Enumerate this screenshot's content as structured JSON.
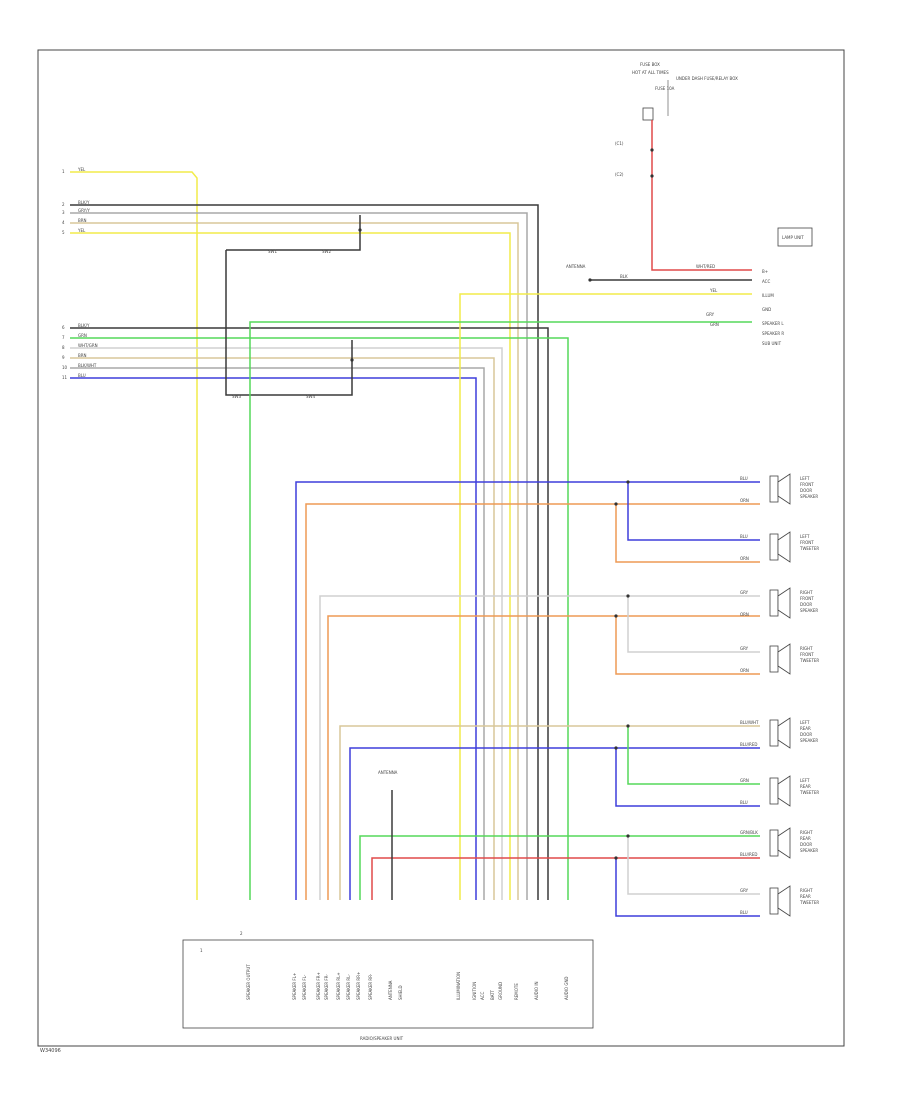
{
  "diagram": {
    "figure_id": "W34096",
    "unit": {
      "title": "RADIO/SPEAKER UNIT",
      "top_left_pins": [
        "1",
        "2"
      ],
      "connector_labels": [
        "SPEAKER OUTPUT",
        "SPEAKER FL+",
        "SPEAKER FL-",
        "SPEAKER FR+",
        "SPEAKER FR-",
        "SPEAKER RL+",
        "SPEAKER RL-",
        "SPEAKER RR+",
        "SPEAKER RR-",
        "ANTENNA",
        "SHIELD",
        "ILLUMINATION",
        "IGNITION",
        "ACC",
        "BATT",
        "GROUND",
        "REMOTE",
        "AUDIO IN",
        "AUDIO GND"
      ]
    },
    "fuse_box": {
      "title": "FUSE BOX",
      "subtitle": "HOT AT ALL TIMES",
      "fuse": "FUSE 10A",
      "fuse_note": "UNDER DASH FUSE/RELAY BOX",
      "refs": [
        "(C1)",
        "(C2)"
      ]
    },
    "sub_unit": {
      "title": "SUB UNIT",
      "pins": [
        "B+",
        "ACC",
        "ILLUM",
        "GND",
        "SPEAKER L",
        "SPEAKER R"
      ],
      "wire_labels": [
        "WHT/RED",
        "BLK",
        "YEL",
        "GRY",
        "GRN"
      ]
    },
    "antenna": {
      "label": "ANTENNA"
    },
    "lamp_unit": {
      "label": "LAMP UNIT"
    },
    "left_inputs_top": [
      {
        "pin": "1",
        "color": "YEL"
      },
      {
        "pin": "2",
        "color": "BLK/Y"
      },
      {
        "pin": "3",
        "color": "GRY/Y"
      },
      {
        "pin": "4",
        "color": "BRN"
      },
      {
        "pin": "5",
        "color": "YEL"
      }
    ],
    "left_inputs_mid": [
      {
        "pin": "6",
        "color": "BLK/Y"
      },
      {
        "pin": "7",
        "color": "GRN"
      },
      {
        "pin": "8",
        "color": "WHT/GRN"
      },
      {
        "pin": "9",
        "color": "BRN"
      },
      {
        "pin": "10",
        "color": "BLK/WHT"
      },
      {
        "pin": "11",
        "color": "BLU"
      }
    ],
    "switches": [
      "SW1",
      "SW2",
      "SW3",
      "SW4"
    ],
    "speakers": [
      {
        "name": "LEFT FRONT DOOR SPEAKER",
        "wire_a": "BLU",
        "wire_b": "ORN"
      },
      {
        "name": "LEFT FRONT TWEETER",
        "wire_a": "BLU",
        "wire_b": "ORN"
      },
      {
        "name": "RIGHT FRONT DOOR SPEAKER",
        "wire_a": "GRY",
        "wire_b": "ORN"
      },
      {
        "name": "RIGHT FRONT TWEETER",
        "wire_a": "GRY",
        "wire_b": "ORN"
      },
      {
        "name": "LEFT REAR DOOR SPEAKER",
        "wire_a": "BLU/WHT",
        "wire_b": "BLU/RED"
      },
      {
        "name": "LEFT REAR TWEETER",
        "wire_a": "GRN",
        "wire_b": "BLU"
      },
      {
        "name": "RIGHT REAR DOOR SPEAKER",
        "wire_a": "GRN/BLK",
        "wire_b": "BLU/RED"
      },
      {
        "name": "RIGHT REAR TWEETER",
        "wire_a": "GRY",
        "wire_b": "BLU"
      }
    ],
    "colors": {
      "yellow": "#f2ec4a",
      "gray": "#a8a8a8",
      "dark": "#3a3a3a",
      "blue": "#3f3fdc",
      "orange": "#ee9a55",
      "green": "#55d85a",
      "red": "#e04a4a",
      "tan": "#d8c79a",
      "lightgray": "#d0d0d0",
      "violet": "#9a86d8"
    }
  }
}
